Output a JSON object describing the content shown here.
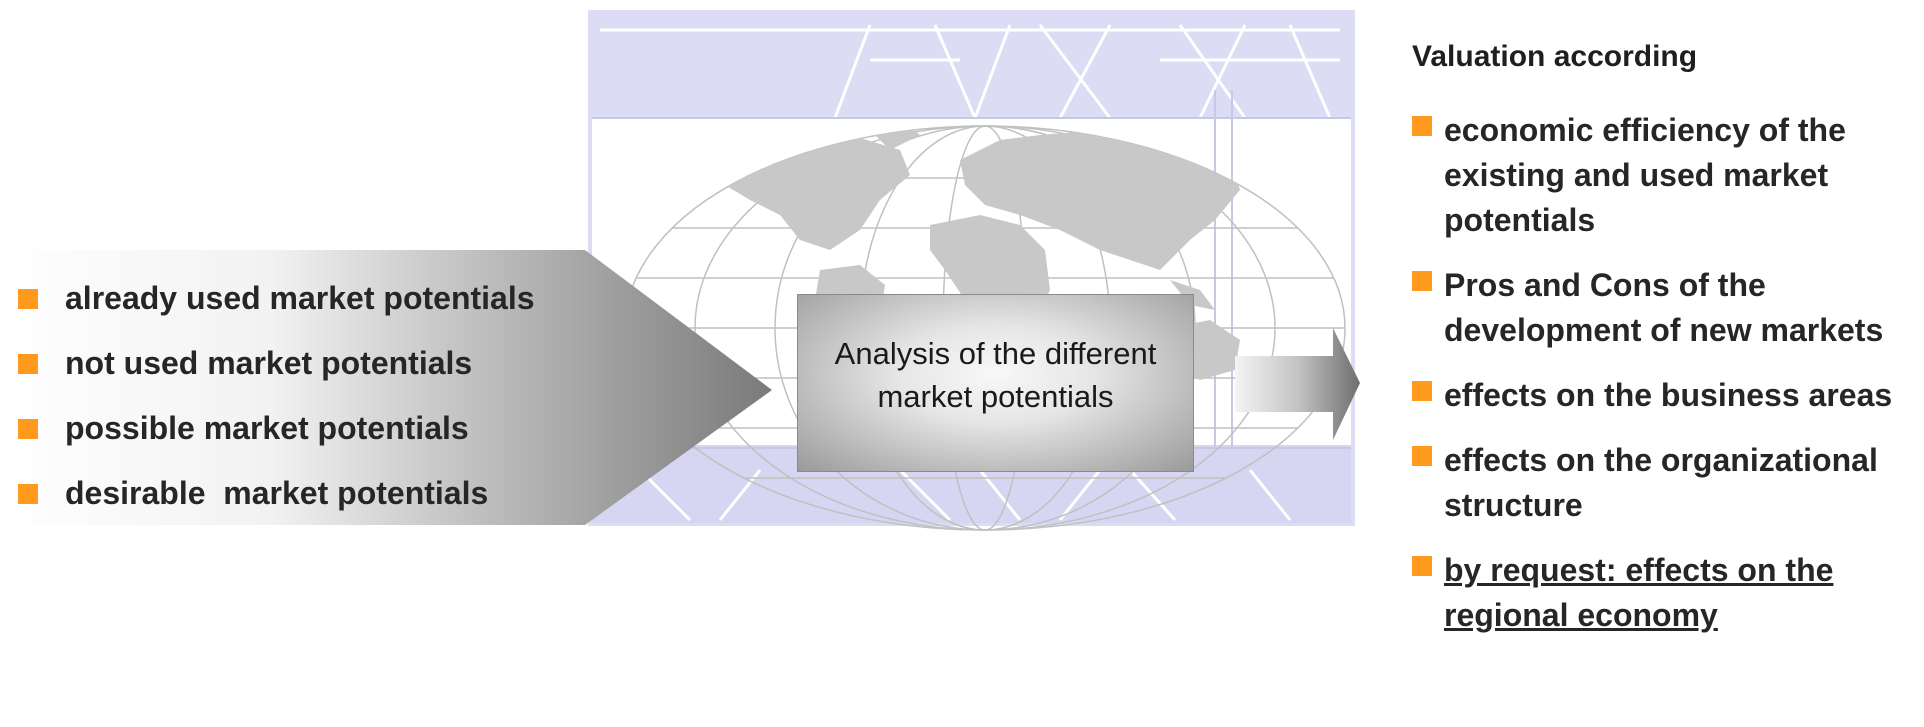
{
  "left_list": {
    "items": [
      "already used market potentials",
      "not used market potentials",
      "possible market potentials",
      "desirable  market potentials"
    ]
  },
  "center_box": {
    "label": "Analysis of the different market potentials"
  },
  "right_column": {
    "heading": "Valuation according",
    "items": [
      "economic efficiency of the existing and used market potentials",
      "Pros and Cons of the development of new markets",
      "effects on the business areas",
      "effects on the organizational structure",
      "by request: effects on the regional economy"
    ]
  },
  "colors": {
    "bullet": "#ff9a1f",
    "world_map_bg": "#dcdcf4",
    "continents": "#c8c8c8",
    "arrow_dark": "#7a7a7a",
    "arrow_light": "#ffffff"
  },
  "icons": {
    "world_map": "world-map-image",
    "bullet": "orange-square"
  }
}
